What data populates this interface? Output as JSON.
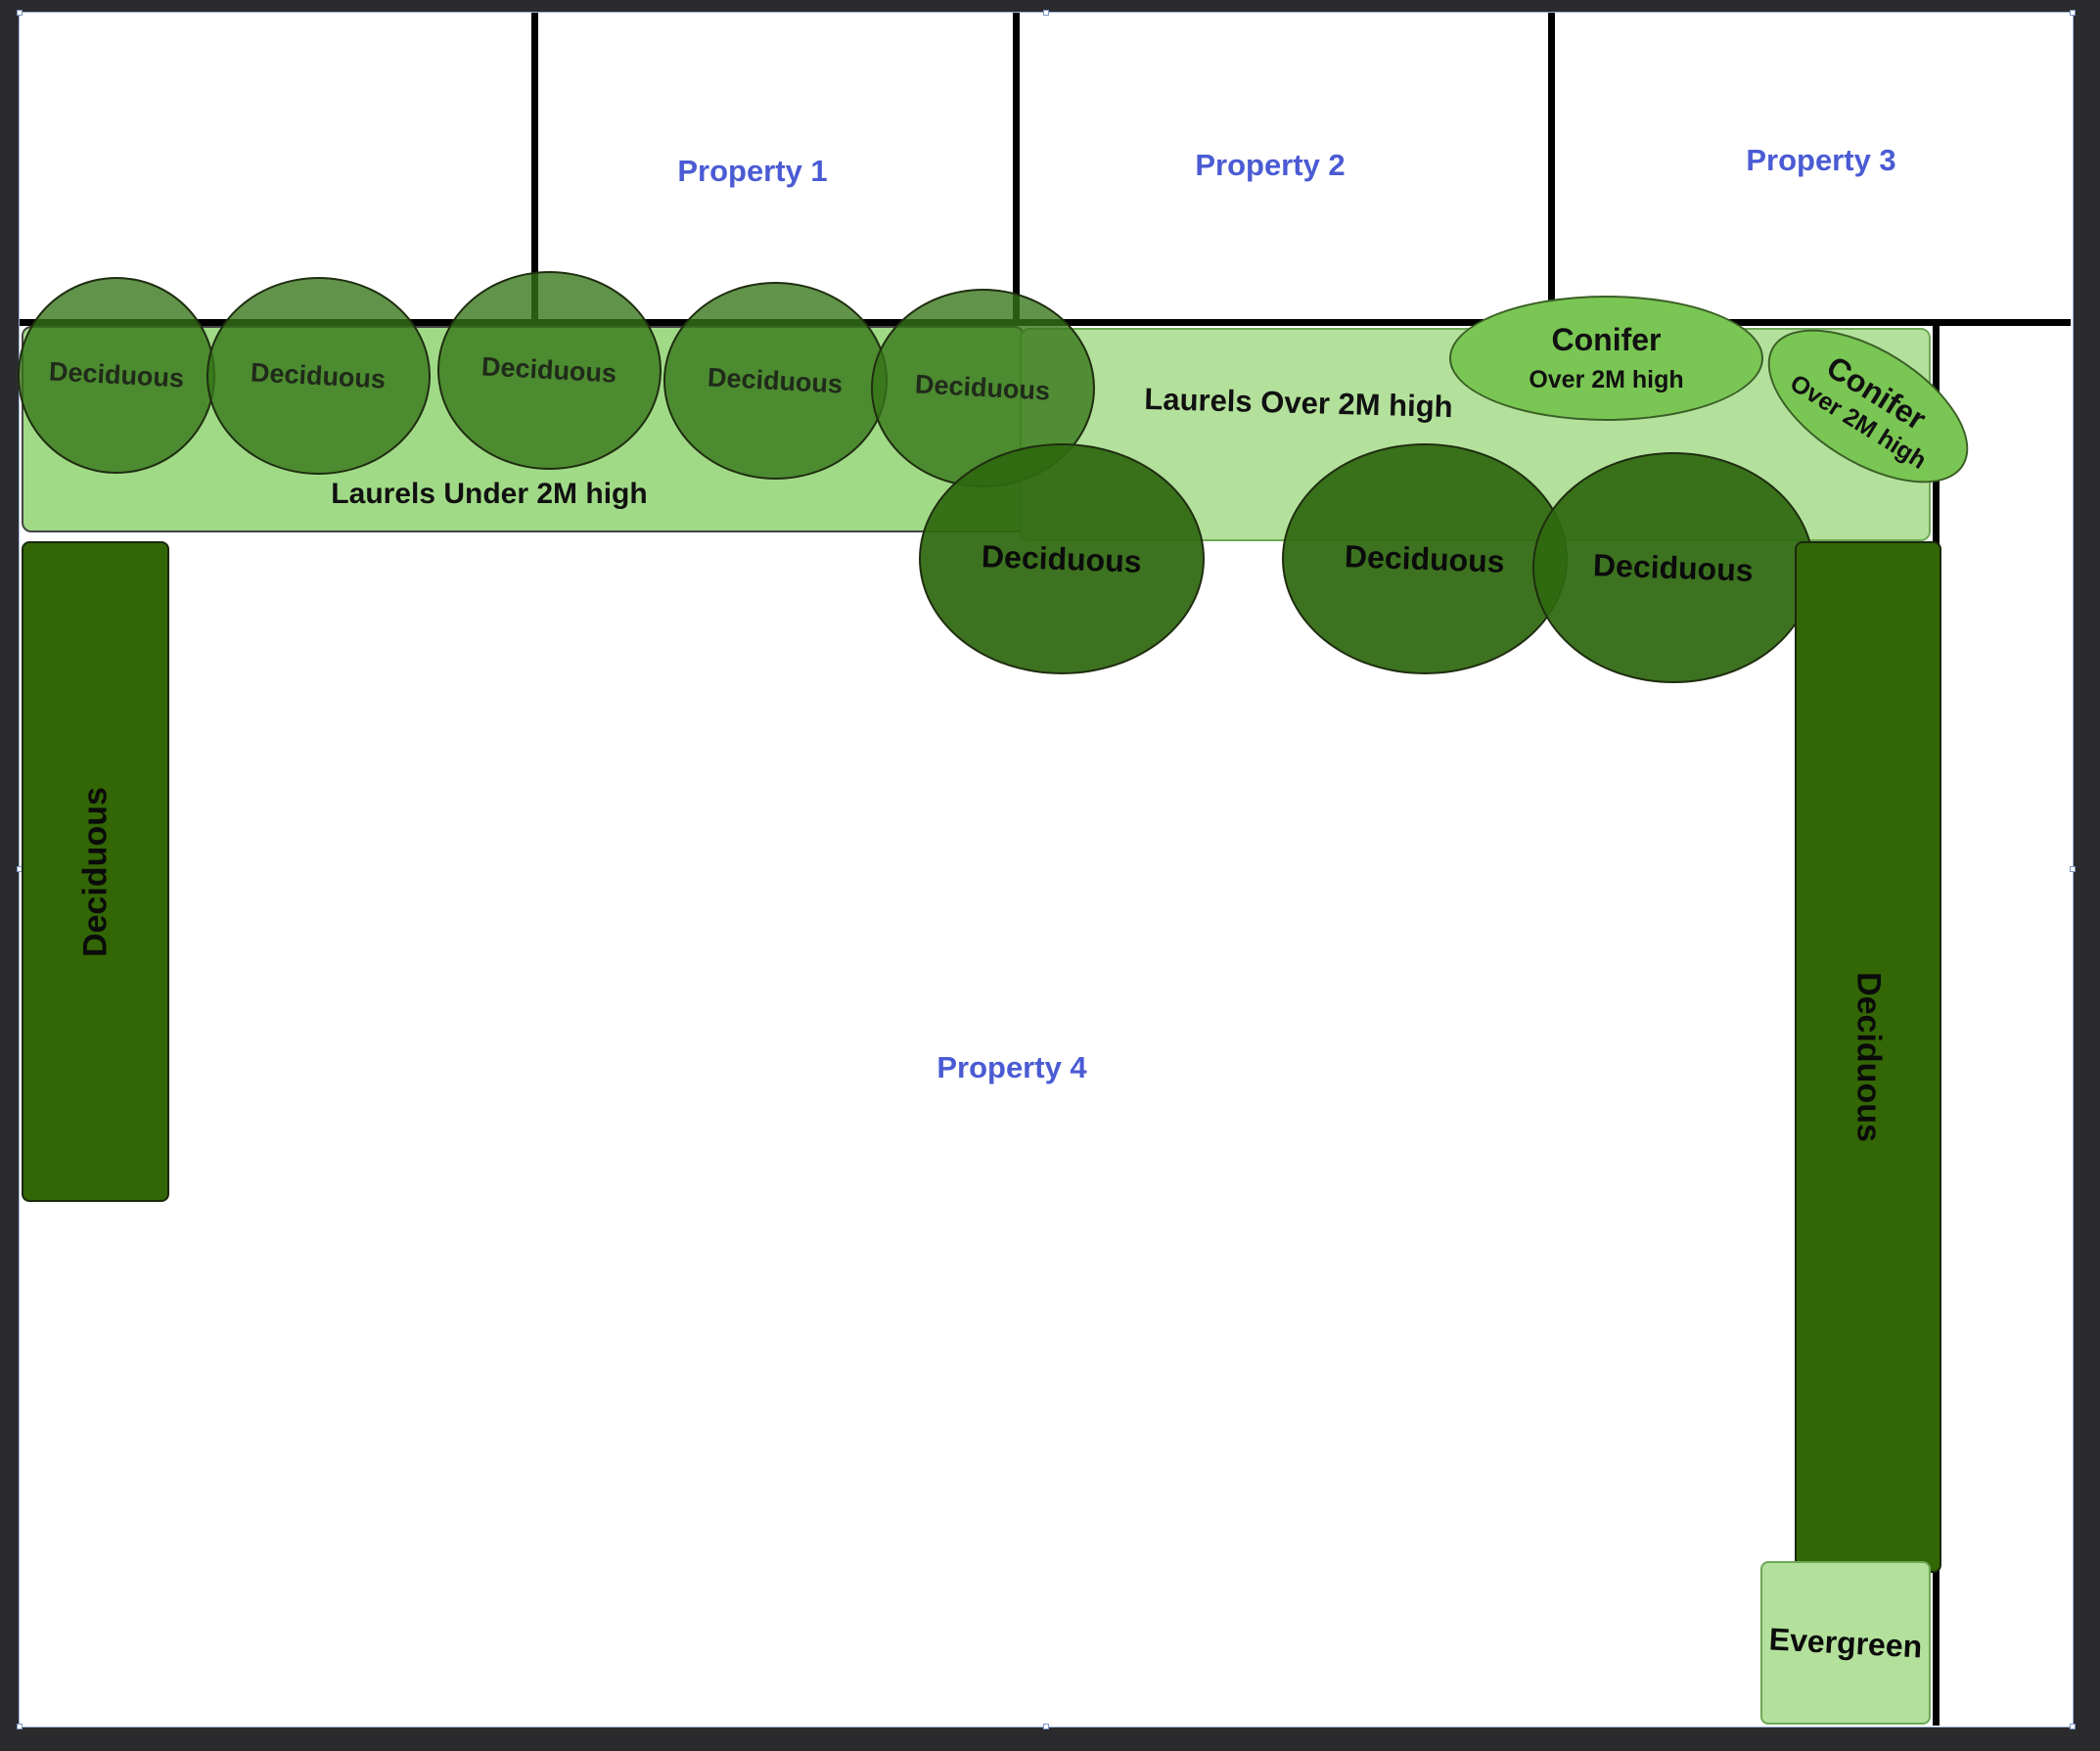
{
  "properties": {
    "p1": "Property 1",
    "p2": "Property 2",
    "p3": "Property 3",
    "p4": "Property 4"
  },
  "hedges": {
    "under": "Laurels Under 2M high",
    "over": "Laurels Over 2M high"
  },
  "trees": {
    "small": [
      "Deciduous",
      "Deciduous",
      "Deciduous",
      "Deciduous",
      "Deciduous"
    ],
    "big": [
      "Deciduous",
      "Deciduous",
      "Deciduous"
    ]
  },
  "conifers": [
    {
      "name": "Conifer",
      "height": "Over 2M high"
    },
    {
      "name": "Conifer",
      "height": "Over 2M high"
    }
  ],
  "strips": {
    "left": "Deciduous",
    "right": "Deciduous",
    "evergreen": "Evergreen"
  },
  "colors": {
    "property_label": "#4a5bd4",
    "laurels_under": "#a1da87",
    "laurels_over": "#b3e19c",
    "deciduous_tree": "#3b7a1e",
    "deciduous_strip": "#336605",
    "conifer": "#7ac654",
    "evergreen": "#b3e19c"
  }
}
